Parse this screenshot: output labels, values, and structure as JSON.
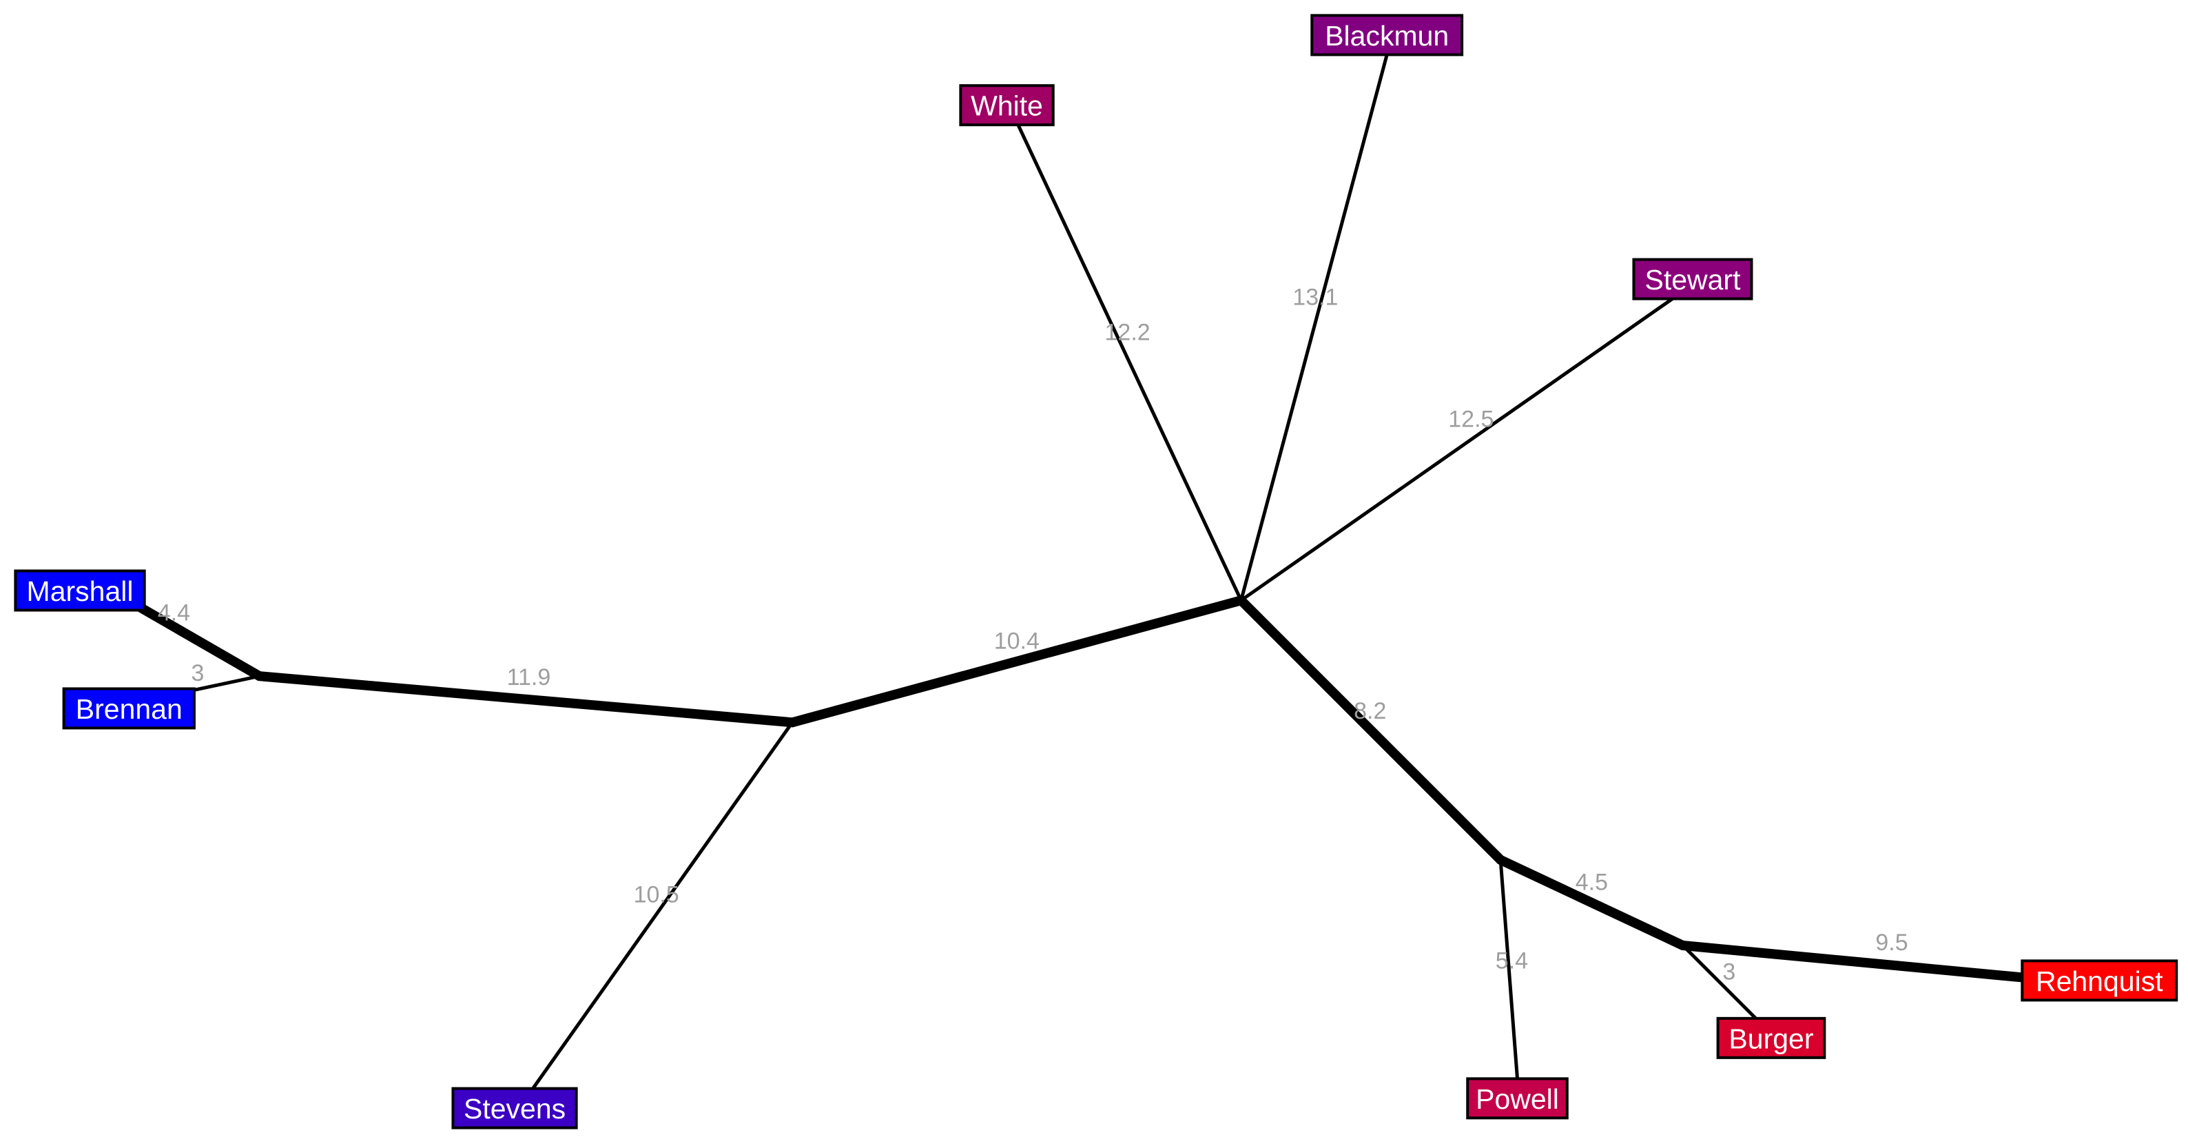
{
  "tree": {
    "nodes": [
      {
        "id": "marshall",
        "label": "Marshall",
        "color": "#0000ff"
      },
      {
        "id": "brennan",
        "label": "Brennan",
        "color": "#0000ff"
      },
      {
        "id": "stevens",
        "label": "Stevens",
        "color": "#3b00c4"
      },
      {
        "id": "white",
        "label": "White",
        "color": "#a00064"
      },
      {
        "id": "blackmun",
        "label": "Blackmun",
        "color": "#800080"
      },
      {
        "id": "stewart",
        "label": "Stewart",
        "color": "#8b007a"
      },
      {
        "id": "powell",
        "label": "Powell",
        "color": "#c4004a"
      },
      {
        "id": "burger",
        "label": "Burger",
        "color": "#d8002c"
      },
      {
        "id": "rehnquist",
        "label": "Rehnquist",
        "color": "#ff0000"
      }
    ],
    "edges": [
      {
        "from": "marshall",
        "to": "j1",
        "label": "4.4",
        "weight": "heavy"
      },
      {
        "from": "brennan",
        "to": "j1",
        "label": "3",
        "weight": "thin"
      },
      {
        "from": "j1",
        "to": "j2",
        "label": "11.9",
        "weight": "heavy"
      },
      {
        "from": "j2",
        "to": "stevens",
        "label": "10.5",
        "weight": "thin"
      },
      {
        "from": "j2",
        "to": "j3",
        "label": "10.4",
        "weight": "heavy"
      },
      {
        "from": "j3",
        "to": "white",
        "label": "12.2",
        "weight": "thin"
      },
      {
        "from": "j3",
        "to": "blackmun",
        "label": "13.1",
        "weight": "thin"
      },
      {
        "from": "j3",
        "to": "stewart",
        "label": "12.5",
        "weight": "thin"
      },
      {
        "from": "j3",
        "to": "j4",
        "label": "8.2",
        "weight": "heavy"
      },
      {
        "from": "j4",
        "to": "powell",
        "label": "5.4",
        "weight": "thin"
      },
      {
        "from": "j4",
        "to": "j5",
        "label": "4.5",
        "weight": "heavy"
      },
      {
        "from": "j5",
        "to": "burger",
        "label": "3",
        "weight": "thin"
      },
      {
        "from": "j5",
        "to": "rehnquist",
        "label": "9.5",
        "weight": "heavy"
      }
    ]
  }
}
